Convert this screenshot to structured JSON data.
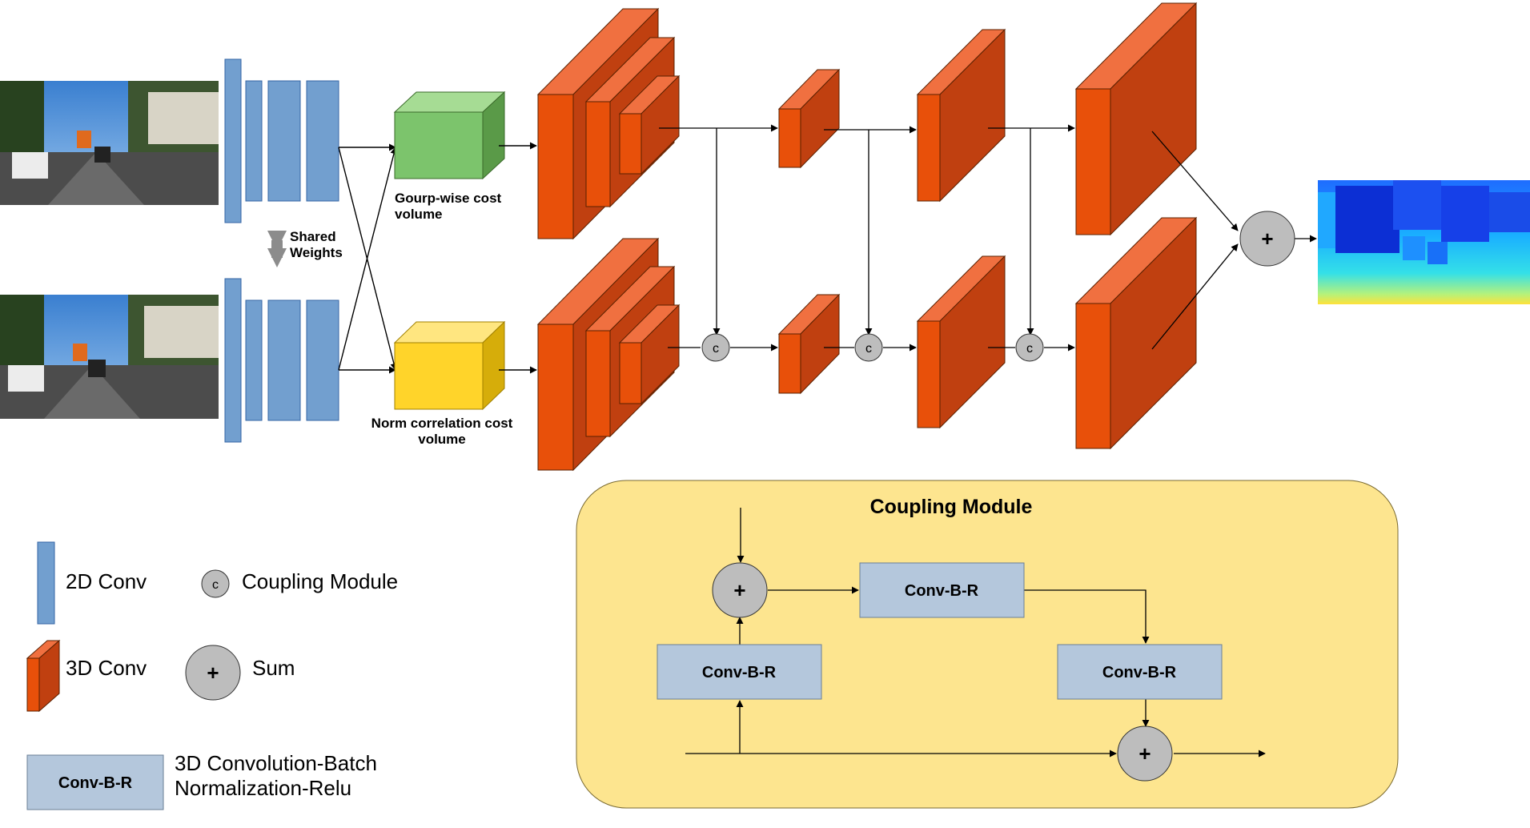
{
  "labels": {
    "shared_weights_line1": "Shared",
    "shared_weights_line2": "Weights",
    "groupwise_line1": "Gourp-wise cost",
    "groupwise_line2": "volume",
    "normcorr_line1": "Norm correlation cost",
    "normcorr_line2": "volume",
    "coupling_symbol": "c",
    "sum_symbol": "+"
  },
  "coupling_module": {
    "title": "Coupling Module",
    "block_label": "Conv-B-R"
  },
  "legend": {
    "conv2d": "2D Conv",
    "conv3d": "3D Conv",
    "coupling": "Coupling Module",
    "coupling_symbol": "c",
    "sum": "Sum",
    "sum_symbol": "+",
    "cbr_box": "Conv-B-R",
    "cbr_line1": "3D Convolution-Batch",
    "cbr_line2": "Normalization-Relu"
  },
  "colors": {
    "conv2d_blue": "#729fcf",
    "conv3d_front": "#e8500a",
    "conv3d_top": "#f07040",
    "conv3d_side": "#c04010",
    "green_cube": "#7cc46c",
    "yellow_cube": "#ffd42a",
    "node_gray": "#bdbdbd",
    "panel_yellow": "#fde58f",
    "cbr_box": "#b4c7dc"
  }
}
